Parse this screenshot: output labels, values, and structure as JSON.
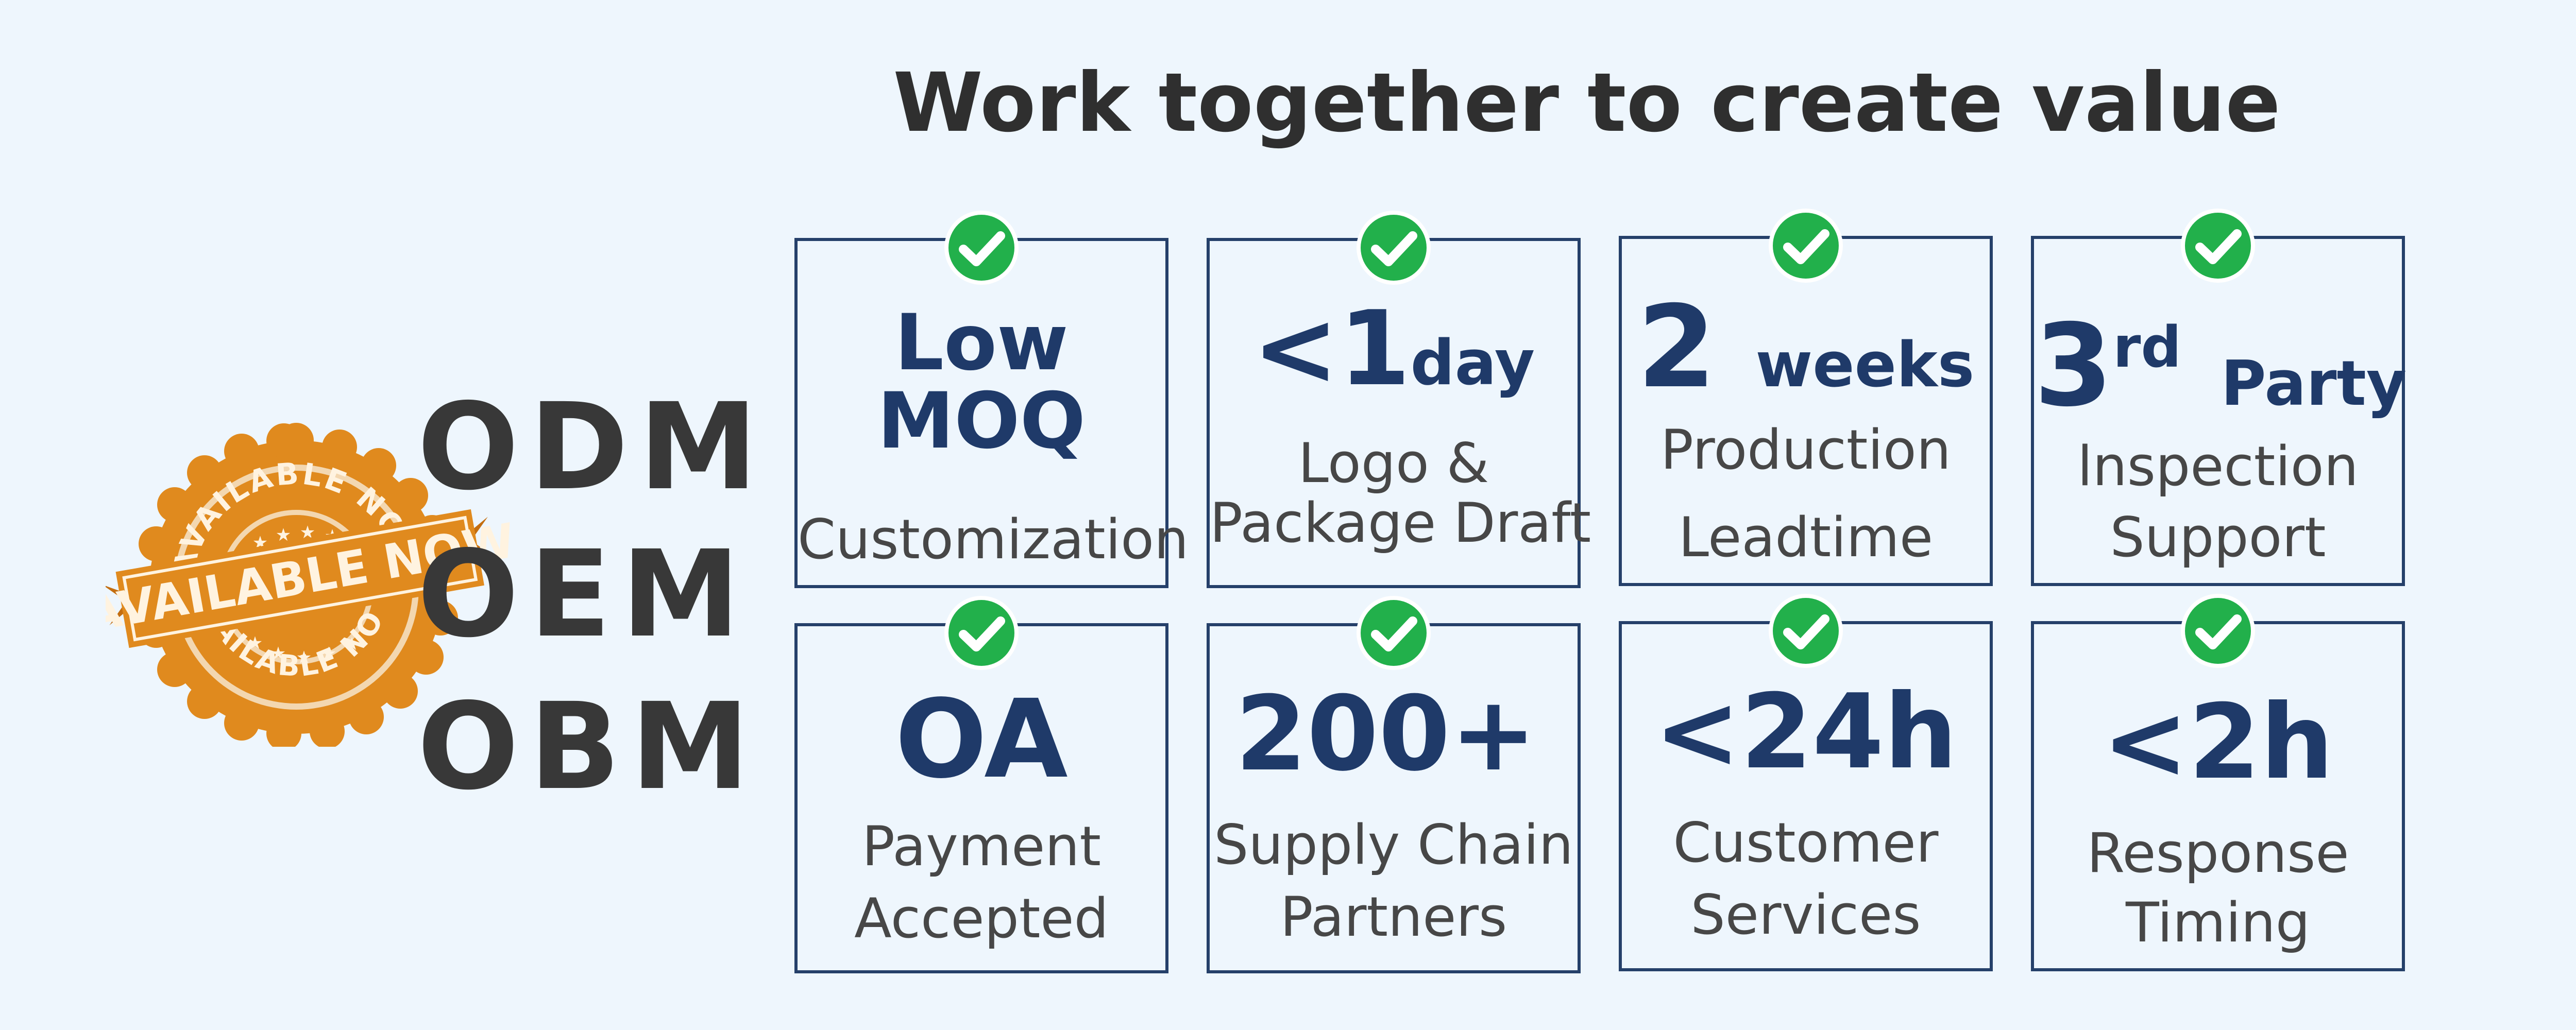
{
  "title": "Work together to create value",
  "badge": {
    "text": "AVAILABLE NOW",
    "color": "#e08a1e"
  },
  "models": [
    "ODM",
    "OEM",
    "OBM"
  ],
  "accent_color": "#1f3a69",
  "check_color": "#22b04b",
  "cards": [
    {
      "big_line1": "Low",
      "big_line2": "MOQ",
      "sub_line1": "Customization"
    },
    {
      "big_main": "<1",
      "big_unit": "day",
      "sub_line1": "Logo &",
      "sub_line2": "Package Draft"
    },
    {
      "big_main": "2",
      "big_unit": "weeks",
      "sub_line1": "Production",
      "sub_line2": "Leadtime"
    },
    {
      "big_main": "3",
      "big_sup": "rd",
      "big_unit": "Party",
      "sub_line1": "lnspection",
      "sub_line2": "Support"
    },
    {
      "big_main": "OA",
      "sub_line1": "Payment",
      "sub_line2": "Accepted"
    },
    {
      "big_main": "200+",
      "sub_line1": "Supply Chain",
      "sub_line2": "Partners"
    },
    {
      "big_main": "<24h",
      "sub_line1": "Customer",
      "sub_line2": "Services"
    },
    {
      "big_main": "<2h",
      "sub_line1": "Response",
      "sub_line2": "Timing"
    }
  ]
}
